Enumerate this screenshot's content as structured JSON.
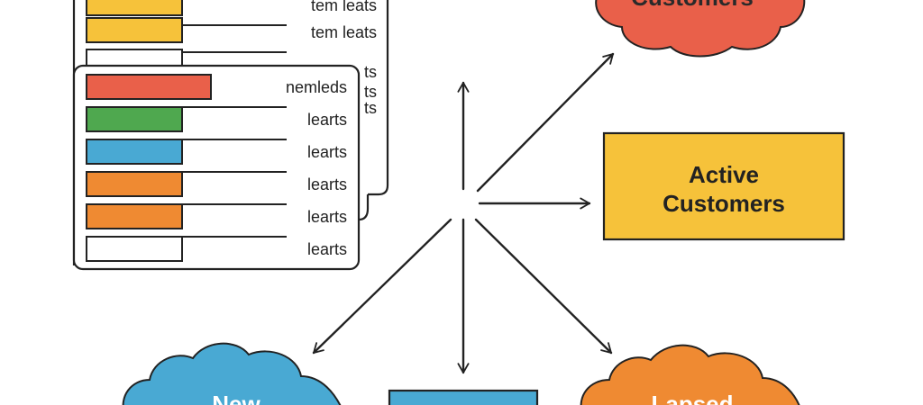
{
  "colors": {
    "stroke": "#222222",
    "red": "#e9604a",
    "green": "#4fa84f",
    "blue": "#49a9d3",
    "orange": "#ef8a32",
    "yellow": "#f6c23a",
    "white": "#ffffff"
  },
  "back_list": {
    "rows": [
      {
        "color": "yellow",
        "label": "tem leats"
      },
      {
        "color": "yellow",
        "label": "tem leats"
      },
      {
        "color": "white",
        "label": ""
      },
      {
        "color": "white",
        "label": ""
      }
    ],
    "fragments": [
      "ts",
      "ts",
      "ts"
    ]
  },
  "front_list": {
    "rows": [
      {
        "color": "red",
        "label": "nemleds"
      },
      {
        "color": "green",
        "label": "learts"
      },
      {
        "color": "blue",
        "label": "learts"
      },
      {
        "color": "orange",
        "label": "learts"
      },
      {
        "color": "orange",
        "label": "learts"
      },
      {
        "color": "white",
        "label": "learts"
      }
    ]
  },
  "nodes": {
    "top_cloud": {
      "label": "Customers",
      "color": "red"
    },
    "active_box": {
      "label_line1": "Active",
      "label_line2": "Customers",
      "color": "yellow"
    },
    "new_cloud": {
      "label": "New",
      "color": "blue"
    },
    "bottom_box": {
      "color": "blue"
    },
    "lapsed_cloud": {
      "label": "Lapsed",
      "color": "orange"
    }
  }
}
